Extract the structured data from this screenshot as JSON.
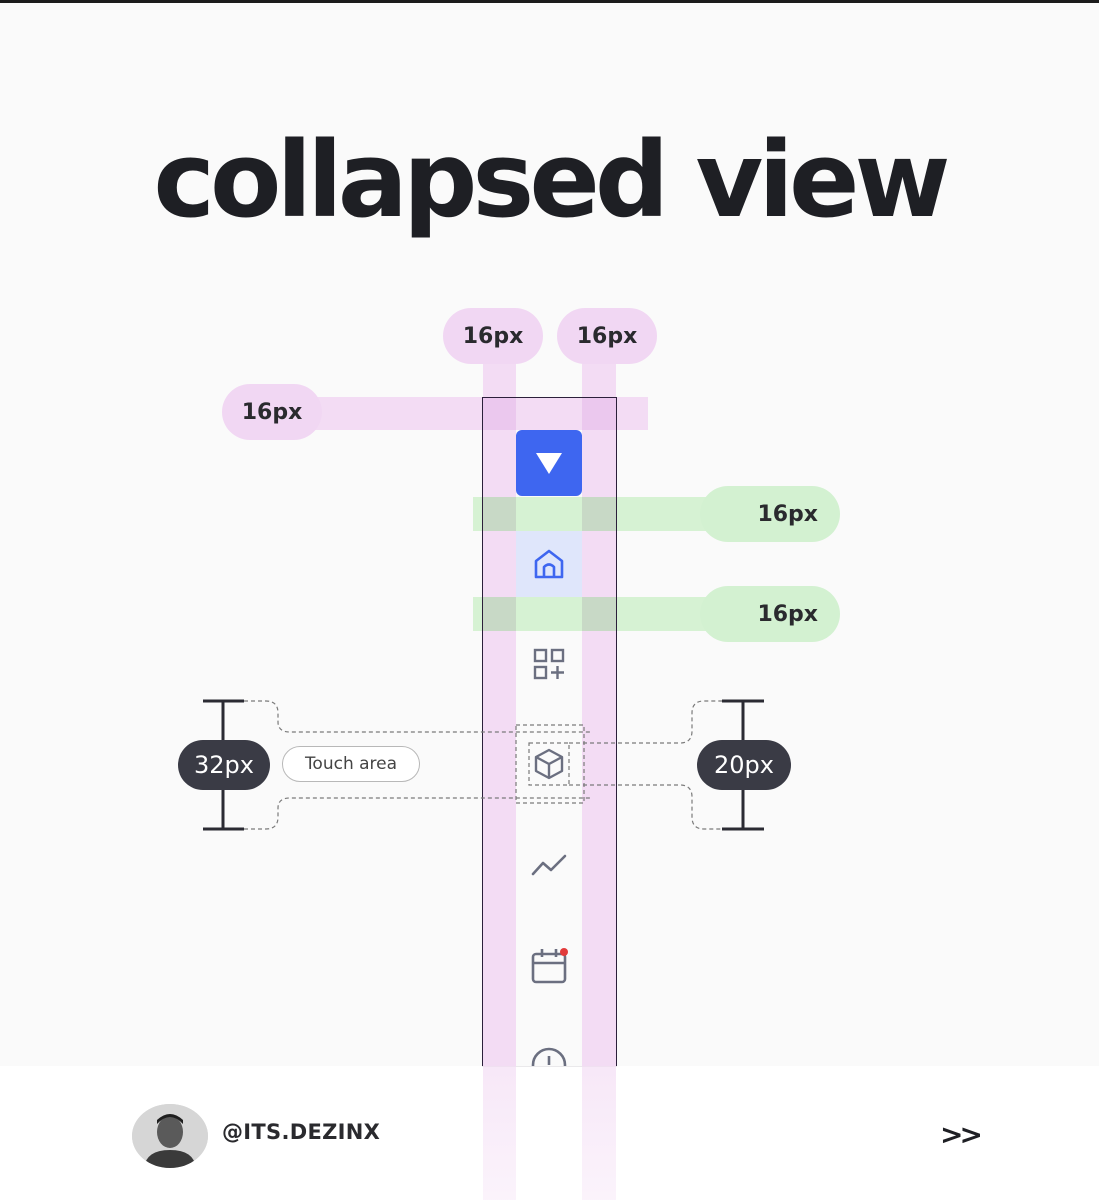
{
  "title": "collapsed view",
  "spacing": {
    "top_left_label": "16px",
    "top_right_label": "16px",
    "left_label": "16px",
    "gap_label_1": "16px",
    "gap_label_2": "16px"
  },
  "measurements": {
    "touch_area_size": "32px",
    "touch_area_label": "Touch area",
    "icon_size": "20px"
  },
  "colors": {
    "brand": "#3e66f0",
    "spacing_purple": "#f3dcf4",
    "spacing_green": "#d6f2d3",
    "active_bg": "#dfe6fb",
    "dark_pill": "#3a3b45",
    "notification_dot": "#e23b3b"
  },
  "nav_icons": [
    "brand-dropdown-icon",
    "home-icon",
    "grid-add-icon",
    "box-icon",
    "trend-icon",
    "calendar-icon",
    "clock-icon"
  ],
  "footer": {
    "handle": "@ITS.DEZINX",
    "next": ">>"
  }
}
